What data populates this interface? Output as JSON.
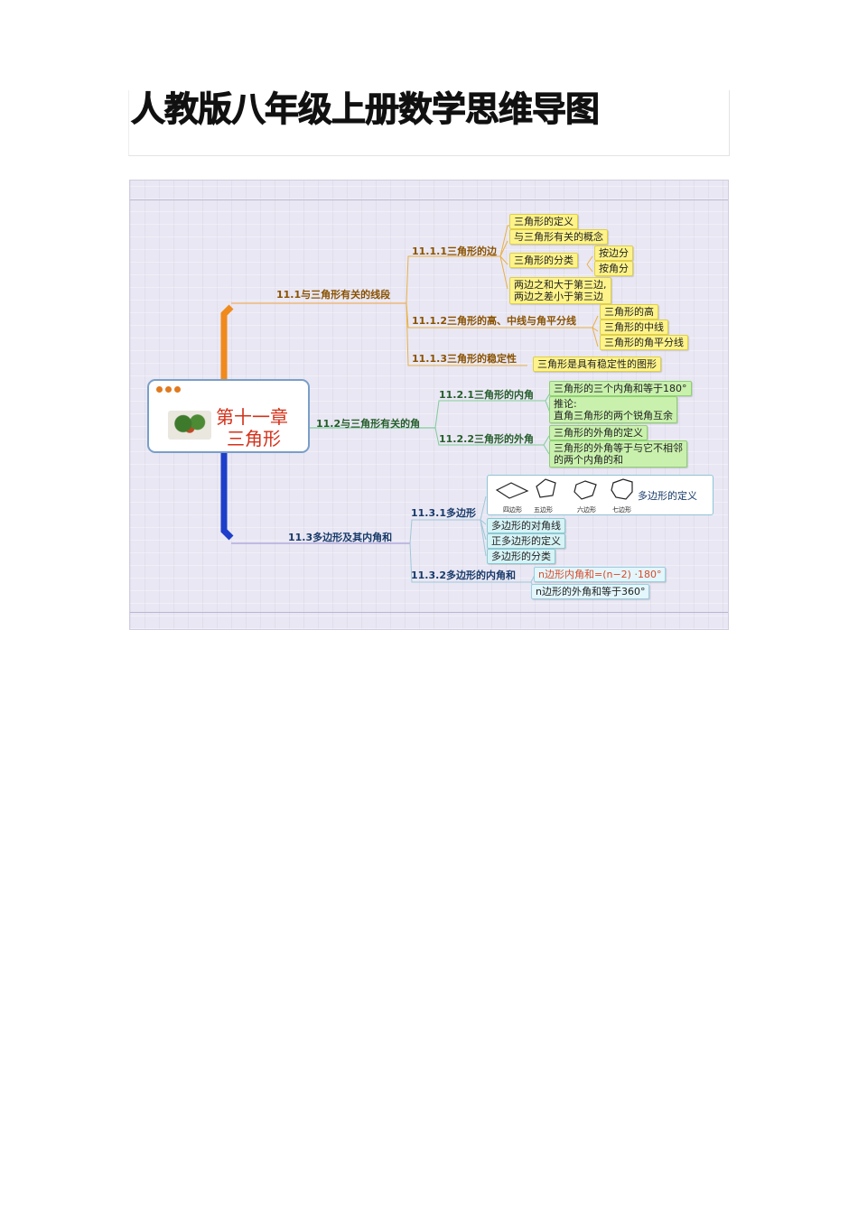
{
  "page": {
    "title": "人教版八年级上册数学思维导图"
  },
  "center": {
    "line1": "第十一章",
    "line2": "三角形"
  },
  "b1": {
    "label": "11.1与三角形有关的线段",
    "s1": {
      "label": "11.1.1三角形的边",
      "def": "三角形的定义",
      "concept": "与三角形有关的概念",
      "cls": "三角形的分类",
      "cls_side": "按边分",
      "cls_angle": "按角分",
      "ineq1": "两边之和大于第三边,",
      "ineq2": "两边之差小于第三边"
    },
    "s2": {
      "label": "11.1.2三角形的高、中线与角平分线",
      "alt": "三角形的高",
      "med": "三角形的中线",
      "bis": "三角形的角平分线"
    },
    "s3": {
      "label": "11.1.3三角形的稳定性",
      "stab": "三角形是具有稳定性的图形"
    }
  },
  "b2": {
    "label": "11.2与三角形有关的角",
    "s1": {
      "label": "11.2.1三角形的内角",
      "sum": "三角形的三个内角和等于180°",
      "cor1": "推论:",
      "cor2": "直角三角形的两个锐角互余"
    },
    "s2": {
      "label": "11.2.2三角形的外角",
      "def": "三角形的外角的定义",
      "prop1": "三角形的外角等于与它不相邻",
      "prop2": "的两个内角的和"
    }
  },
  "b3": {
    "label": "11.3多边形及其内角和",
    "s1": {
      "label": "11.3.1多边形",
      "shapes": [
        "四边形",
        "五边形",
        "六边形",
        "七边形"
      ],
      "def": "多边形的定义",
      "diag": "多边形的对角线",
      "regular": "正多边形的定义",
      "cls": "多边形的分类"
    },
    "s2": {
      "label": "11.3.2多边形的内角和",
      "interior": "n边形内角和=(n−2) ·180°",
      "exterior": "n边形的外角和等于360°"
    }
  },
  "colors": {
    "b1": "#f08a1c",
    "b2": "#3aa86a",
    "b3": "#1d3fc9",
    "center_text": "#d3311a"
  }
}
